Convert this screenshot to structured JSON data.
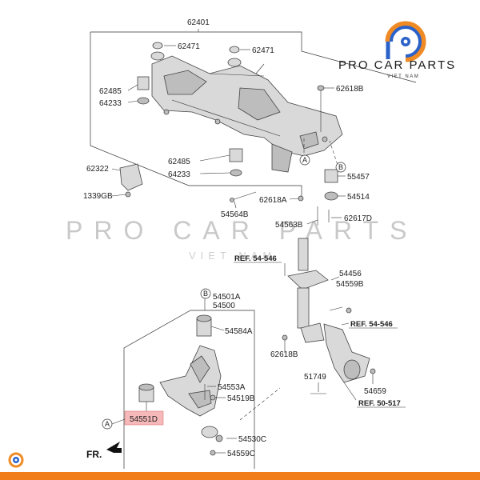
{
  "brand": {
    "name": "PRO CAR PARTS",
    "sub": "VIET NAM",
    "accent_colors": [
      "#f08a24",
      "#2a62c9"
    ]
  },
  "watermark": {
    "text": "PRO CAR PARTS",
    "sub": "VIET NAM"
  },
  "markers": {
    "A": "A",
    "B": "B"
  },
  "direction": "FR.",
  "labels": {
    "p62401": "62401",
    "p62471a": "62471",
    "p62471b": "62471",
    "p62485a": "62485",
    "p64233a": "64233",
    "p62618Ba": "62618B",
    "p62485b": "62485",
    "p64233b": "64233",
    "p62322": "62322",
    "p1339GB": "1339GB",
    "p62618A": "62618A",
    "p54564B": "54564B",
    "p55457": "55457",
    "p54514": "54514",
    "p54563B": "54563B",
    "p62617D": "62617D",
    "ref5446a": "REF. 54-546",
    "p54456": "54456",
    "p54559B": "54559B",
    "p54501A": "54501A",
    "p54500": "54500",
    "p54584A": "54584A",
    "ref5446b": "REF. 54-546",
    "p62618Bb": "62618B",
    "p54553A": "54553A",
    "p54519B": "54519B",
    "p51749": "51749",
    "p54659": "54659",
    "ref50517": "REF. 50-517",
    "p54551D": "54551D",
    "p54530C": "54530C",
    "p54559C": "54559C"
  },
  "highlight": {
    "label": "54551D",
    "color": "#f6b8b8"
  },
  "footer": {
    "bar_color": "#f07d1a"
  }
}
